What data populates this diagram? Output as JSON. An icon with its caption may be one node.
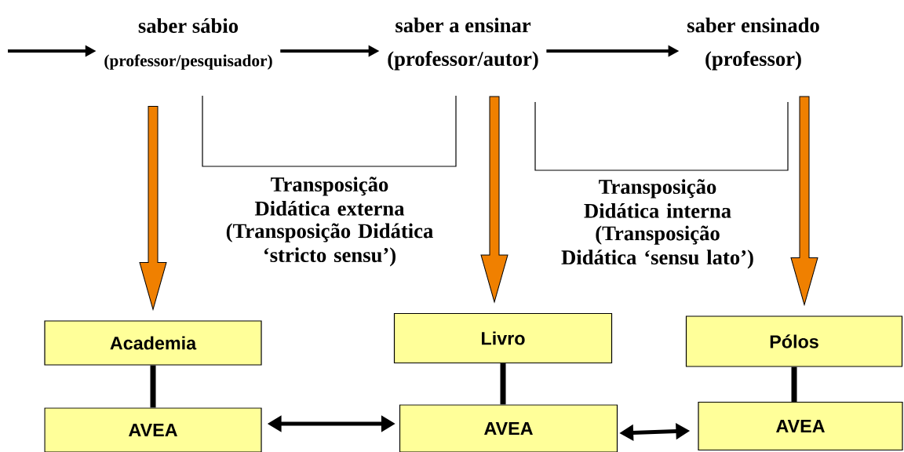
{
  "diagram": {
    "nodes": [
      {
        "text": [
          "saber sábio",
          "(professor/pesquisador)"
        ]
      },
      {
        "text": [
          "saber a ensinar",
          "(professor/autor)"
        ]
      },
      {
        "text": [
          "saber ensinado",
          "(professor)"
        ]
      },
      {
        "text": [
          "Academia"
        ]
      },
      {
        "text": [
          "AVEA"
        ]
      },
      {
        "text": [
          "Livro"
        ]
      },
      {
        "text": [
          "AVEA"
        ]
      },
      {
        "text": [
          "Pólos"
        ]
      },
      {
        "text": [
          "AVEA"
        ]
      }
    ],
    "edges": [
      {
        "from": null,
        "to": 0,
        "arrow": "to"
      },
      {
        "from": 0,
        "to": 1,
        "arrow": "to"
      },
      {
        "from": 1,
        "to": 2,
        "arrow": "to"
      },
      {
        "from": 0,
        "to": 3,
        "arrow": "to",
        "style": "thick",
        "color": "#f08000"
      },
      {
        "from": 1,
        "to": 5,
        "arrow": "to",
        "style": "thick",
        "color": "#f08000"
      },
      {
        "from": 2,
        "to": 7,
        "arrow": "to",
        "style": "thick",
        "color": "#f08000"
      },
      {
        "from": 3,
        "to": 4,
        "arrow": "none"
      },
      {
        "from": 5,
        "to": 6,
        "arrow": "none"
      },
      {
        "from": 7,
        "to": 8,
        "arrow": "none"
      },
      {
        "from": 4,
        "to": 6,
        "arrow": "both"
      },
      {
        "from": 6,
        "to": 8,
        "arrow": "both"
      }
    ],
    "labels": [
      "Transposição Didática externa",
      "(Transposição Didática ‘stricto sensu’)",
      "Transposição Didática interna",
      "(Transposição Didática ‘sensu lato’)"
    ]
  }
}
